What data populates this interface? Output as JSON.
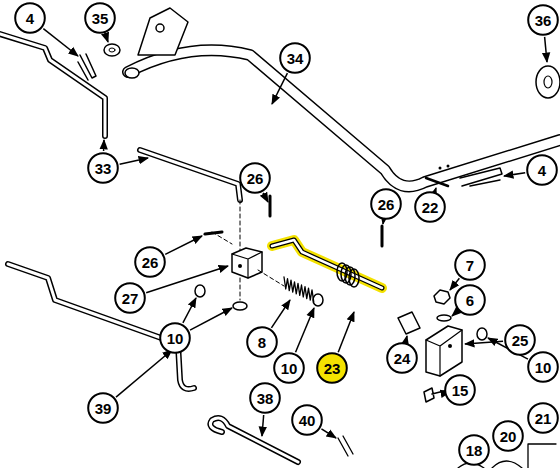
{
  "diagram": {
    "nodes": [
      {
        "text": [
          "4"
        ]
      },
      {
        "text": [
          "35"
        ]
      },
      {
        "text": [
          "34"
        ]
      },
      {
        "text": [
          "36"
        ]
      },
      {
        "text": [
          "33"
        ]
      },
      {
        "text": [
          "4"
        ]
      },
      {
        "text": [
          "26"
        ]
      },
      {
        "text": [
          "26"
        ]
      },
      {
        "text": [
          "22"
        ]
      },
      {
        "text": [
          "7"
        ]
      },
      {
        "text": [
          "26"
        ]
      },
      {
        "text": [
          "27"
        ]
      },
      {
        "text": [
          "6"
        ]
      },
      {
        "text": [
          "25"
        ]
      },
      {
        "text": [
          "10"
        ]
      },
      {
        "text": [
          "8"
        ]
      },
      {
        "text": [
          "10"
        ]
      },
      {
        "text": [
          "23"
        ]
      },
      {
        "text": [
          "24"
        ]
      },
      {
        "text": [
          "10"
        ]
      },
      {
        "text": [
          "15"
        ]
      },
      {
        "text": [
          "38"
        ]
      },
      {
        "text": [
          "39"
        ]
      },
      {
        "text": [
          "40"
        ]
      },
      {
        "text": [
          "21"
        ]
      },
      {
        "text": [
          "20"
        ]
      },
      {
        "text": [
          "18"
        ]
      }
    ]
  }
}
